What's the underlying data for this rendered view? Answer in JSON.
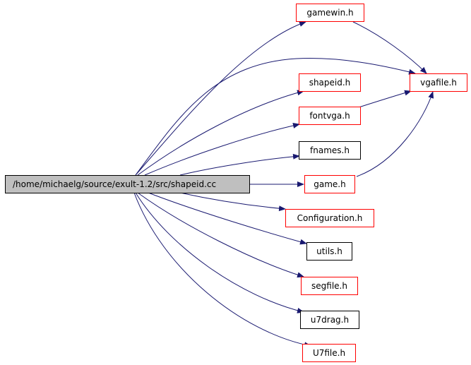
{
  "main": {
    "label": "/home/michaelg/source/exult-1.2/src/shapeid.cc"
  },
  "nodes": {
    "gamewin": "gamewin.h",
    "vgafile": "vgafile.h",
    "shapeid": "shapeid.h",
    "fontvga": "fontvga.h",
    "fnames": "fnames.h",
    "game": "game.h",
    "configuration": "Configuration.h",
    "utils": "utils.h",
    "segfile": "segfile.h",
    "u7drag": "u7drag.h",
    "u7file": "U7file.h"
  },
  "colors": {
    "edge": "#191970",
    "documented": "#ff0000",
    "undocumented": "#000000",
    "current": "#bfbfbf"
  }
}
